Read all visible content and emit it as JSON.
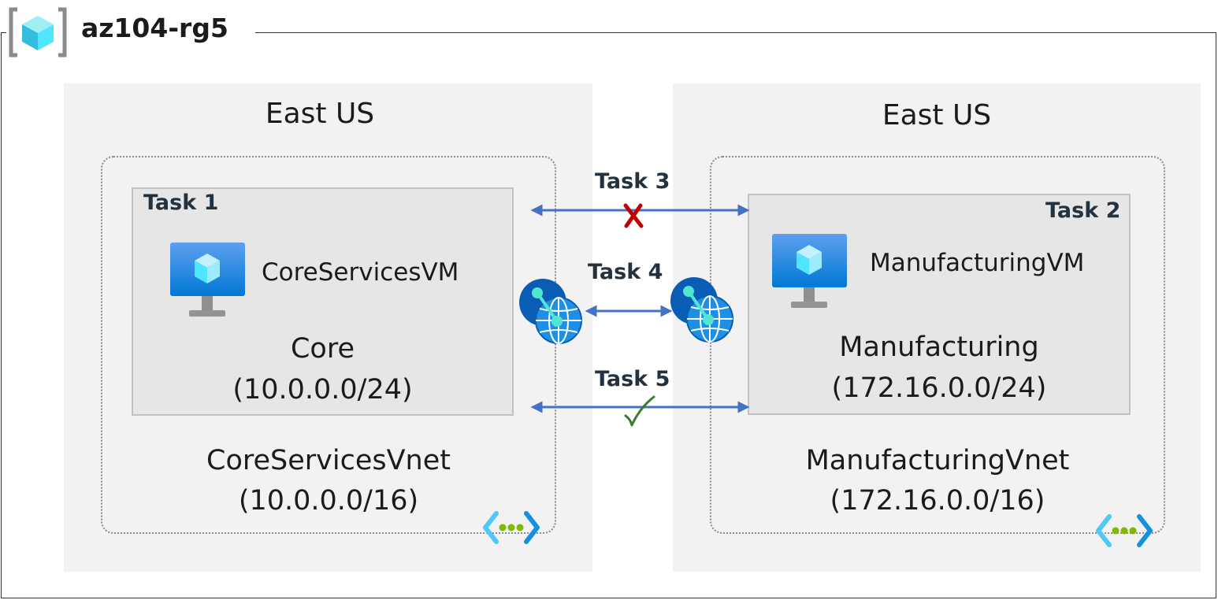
{
  "resource_group": {
    "title": "az104-rg5",
    "icon": "resource-group-icon"
  },
  "regions": [
    {
      "label": "East US"
    },
    {
      "label": "East US"
    }
  ],
  "core": {
    "task": "Task 1",
    "vm_name": "CoreServicesVM",
    "subnet_name": "Core",
    "subnet_cidr": "(10.0.0.0/24)",
    "vnet_name": "CoreServicesVnet",
    "vnet_cidr": "(10.0.0.0/16)"
  },
  "manufacturing": {
    "task": "Task 2",
    "vm_name": "ManufacturingVM",
    "subnet_name": "Manufacturing",
    "subnet_cidr": "(172.16.0.0/24)",
    "vnet_name": "ManufacturingVnet",
    "vnet_cidr": "(172.16.0.0/16)"
  },
  "connections": {
    "task3": "Task 3",
    "task4": "Task 4",
    "task5": "Task 5"
  },
  "colors": {
    "arrow": "#4472c4",
    "fail": "#c00000",
    "success": "#3a7d2c",
    "azure": "#0078d4"
  }
}
